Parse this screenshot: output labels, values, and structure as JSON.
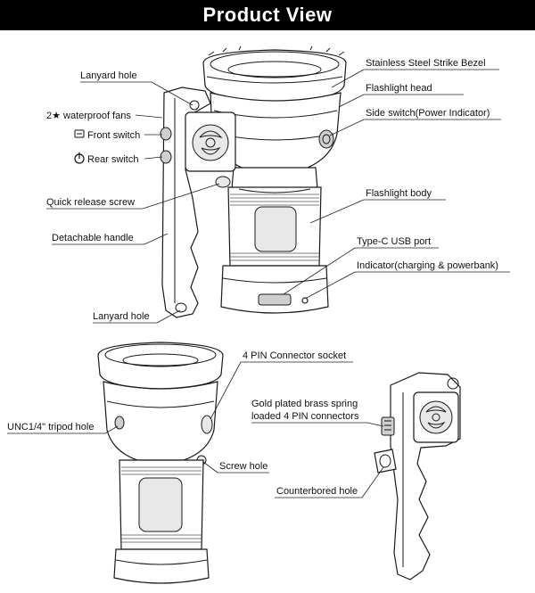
{
  "header": {
    "title": "Product View"
  },
  "top_view": {
    "labels": {
      "lanyard_hole_top": "Lanyard hole",
      "fans": "2★ waterproof fans",
      "front_switch": "Front switch",
      "rear_switch": "Rear switch",
      "quick_release": "Quick release screw",
      "detachable_handle": "Detachable handle",
      "lanyard_hole_bottom": "Lanyard hole",
      "bezel": "Stainless Steel Strike Bezel",
      "head": "Flashlight head",
      "side_switch": "Side switch(Power Indicator)",
      "body": "Flashlight body",
      "usb": "Type-C USB port",
      "indicator": "Indicator(charging & powerbank)"
    }
  },
  "bottom_view": {
    "labels": {
      "connector_socket": "4 PIN Connector socket",
      "tripod": "UNC1/4\" tripod hole",
      "screw_hole": "Screw hole",
      "spring_line1": "Gold plated brass spring",
      "spring_line2": "loaded 4 PIN connectors",
      "counterbored": "Counterbored hole"
    }
  }
}
